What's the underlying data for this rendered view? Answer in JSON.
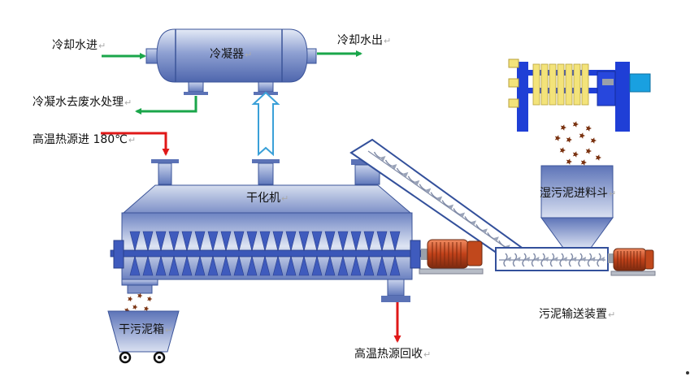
{
  "labels": {
    "cooling_in": "冷却水进",
    "cooling_out": "冷却水出",
    "condenser": "冷凝器",
    "condensate": "冷凝水去废水处理",
    "heat_in": "高温热源进 180℃",
    "dryer": "干化机",
    "wet_hopper": "湿污泥进料斗",
    "dry_box": "干污泥箱",
    "heat_return": "高温热源回收",
    "conveyor": "污泥输送装置"
  },
  "return_mark": "↵",
  "colors": {
    "body_blue": "#5a73b8",
    "body_light": "#d3dcef",
    "arrow_green": "#1aa64a",
    "arrow_red": "#e01818",
    "arrow_outline": "#3aa0d8",
    "motor_orange": "#d24a1c",
    "press_blue": "#1f3fd6",
    "press_yellow": "#f3e37a",
    "sludge_brown": "#7a3210"
  }
}
